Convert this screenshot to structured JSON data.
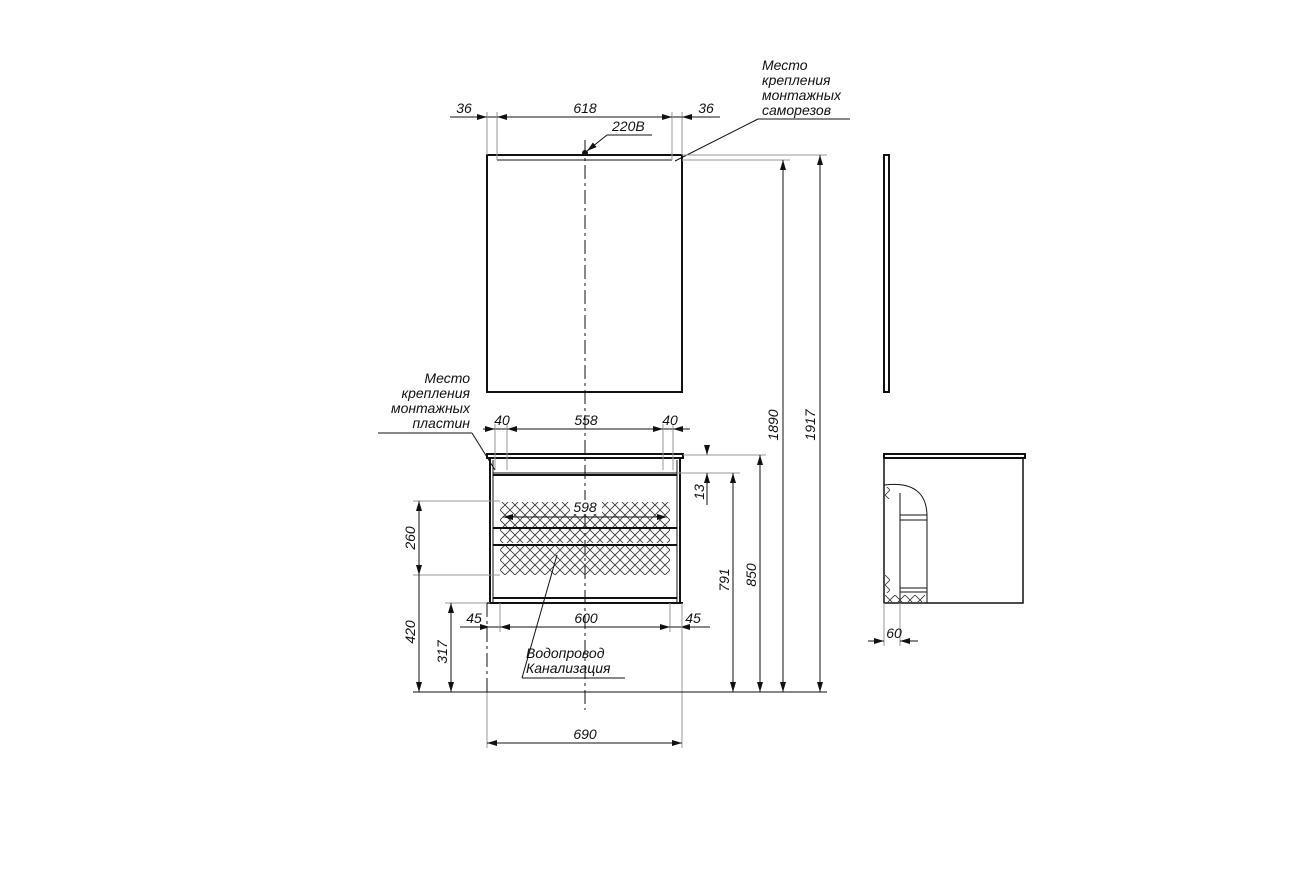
{
  "drawing": {
    "mirror": {
      "dims": {
        "left": "36",
        "middle": "618",
        "right": "36"
      },
      "power_label": "220В",
      "mount_note": [
        "Место",
        "крепления",
        "монтажных",
        "саморезов"
      ],
      "height_1890": "1890",
      "height_1917": "1917"
    },
    "cabinet": {
      "mount_note": [
        "Место",
        "крепления",
        "монтажных",
        "пластин"
      ],
      "top_dims": {
        "left": "40",
        "middle": "558",
        "right": "40"
      },
      "inner_width": "598",
      "bottom_dims": {
        "left": "45",
        "middle": "600",
        "right": "45"
      },
      "dim_13": "13",
      "dim_260": "260",
      "dim_420": "420",
      "dim_317": "317",
      "dim_791": "791",
      "dim_850": "850",
      "overall_width": "690",
      "pipes_note": [
        "Водопровод",
        "Канализация"
      ]
    },
    "side_view": {
      "depth_dim": "60"
    }
  }
}
